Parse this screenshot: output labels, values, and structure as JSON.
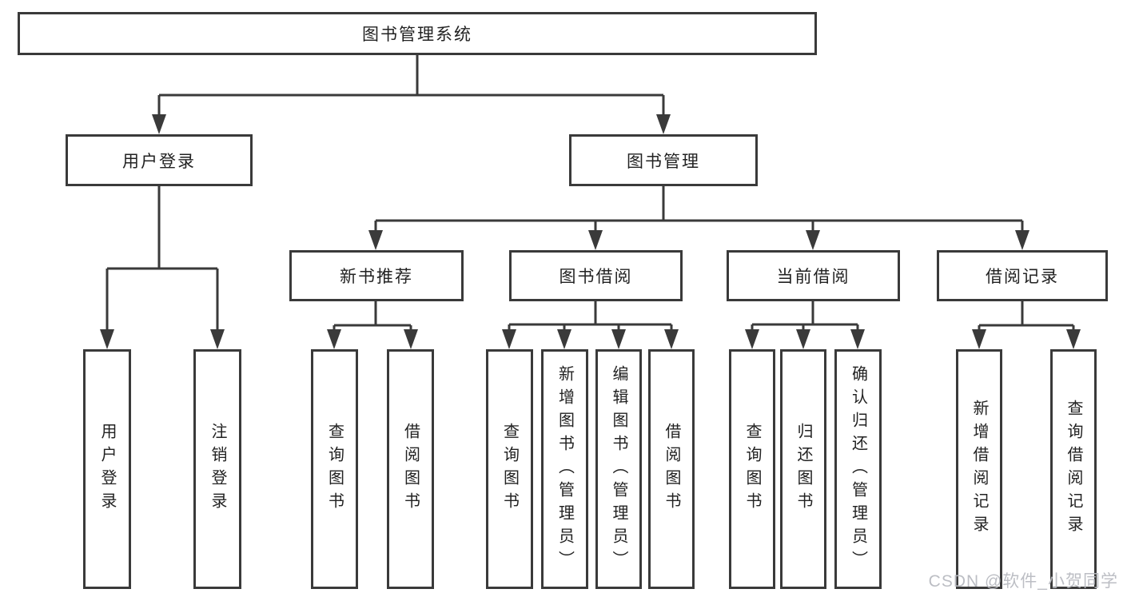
{
  "page": {
    "background": "#ffffff",
    "line_color": "#3a3a3a",
    "box_border_color": "#3a3a3a",
    "text_color": "#222222"
  },
  "watermark": {
    "text": "CSDN @软件_小贺同学",
    "color": "#b8bbc1"
  },
  "diagram": {
    "type": "tree",
    "nodes": {
      "root": {
        "label": "图书管理系统"
      },
      "user_login": {
        "label": "用户登录"
      },
      "book_mgmt": {
        "label": "图书管理"
      },
      "login": {
        "label": "用户登录"
      },
      "logout": {
        "label": "注销登录"
      },
      "new_books": {
        "label": "新书推荐"
      },
      "book_borrow": {
        "label": "图书借阅"
      },
      "current_borrow": {
        "label": "当前借阅"
      },
      "borrow_records": {
        "label": "借阅记录"
      },
      "nb_query": {
        "label": "查询图书"
      },
      "nb_borrow": {
        "label": "借阅图书"
      },
      "bb_query": {
        "label": "查询图书"
      },
      "bb_add": {
        "label": "新增图书（管理员）"
      },
      "bb_edit": {
        "label": "编辑图书（管理员）"
      },
      "bb_borrow": {
        "label": "借阅图书"
      },
      "cb_query": {
        "label": "查询图书"
      },
      "cb_return": {
        "label": "归还图书"
      },
      "cb_confirm": {
        "label": "确认归还（管理员）"
      },
      "br_add": {
        "label": "新增借阅记录"
      },
      "br_query": {
        "label": "查询借阅记录"
      }
    },
    "edges": [
      [
        "root",
        "user_login"
      ],
      [
        "root",
        "book_mgmt"
      ],
      [
        "user_login",
        "login"
      ],
      [
        "user_login",
        "logout"
      ],
      [
        "book_mgmt",
        "new_books"
      ],
      [
        "book_mgmt",
        "book_borrow"
      ],
      [
        "book_mgmt",
        "current_borrow"
      ],
      [
        "book_mgmt",
        "borrow_records"
      ],
      [
        "new_books",
        "nb_query"
      ],
      [
        "new_books",
        "nb_borrow"
      ],
      [
        "book_borrow",
        "bb_query"
      ],
      [
        "book_borrow",
        "bb_add"
      ],
      [
        "book_borrow",
        "bb_edit"
      ],
      [
        "book_borrow",
        "bb_borrow"
      ],
      [
        "current_borrow",
        "cb_query"
      ],
      [
        "current_borrow",
        "cb_return"
      ],
      [
        "current_borrow",
        "cb_confirm"
      ],
      [
        "borrow_records",
        "br_add"
      ],
      [
        "borrow_records",
        "br_query"
      ]
    ]
  }
}
